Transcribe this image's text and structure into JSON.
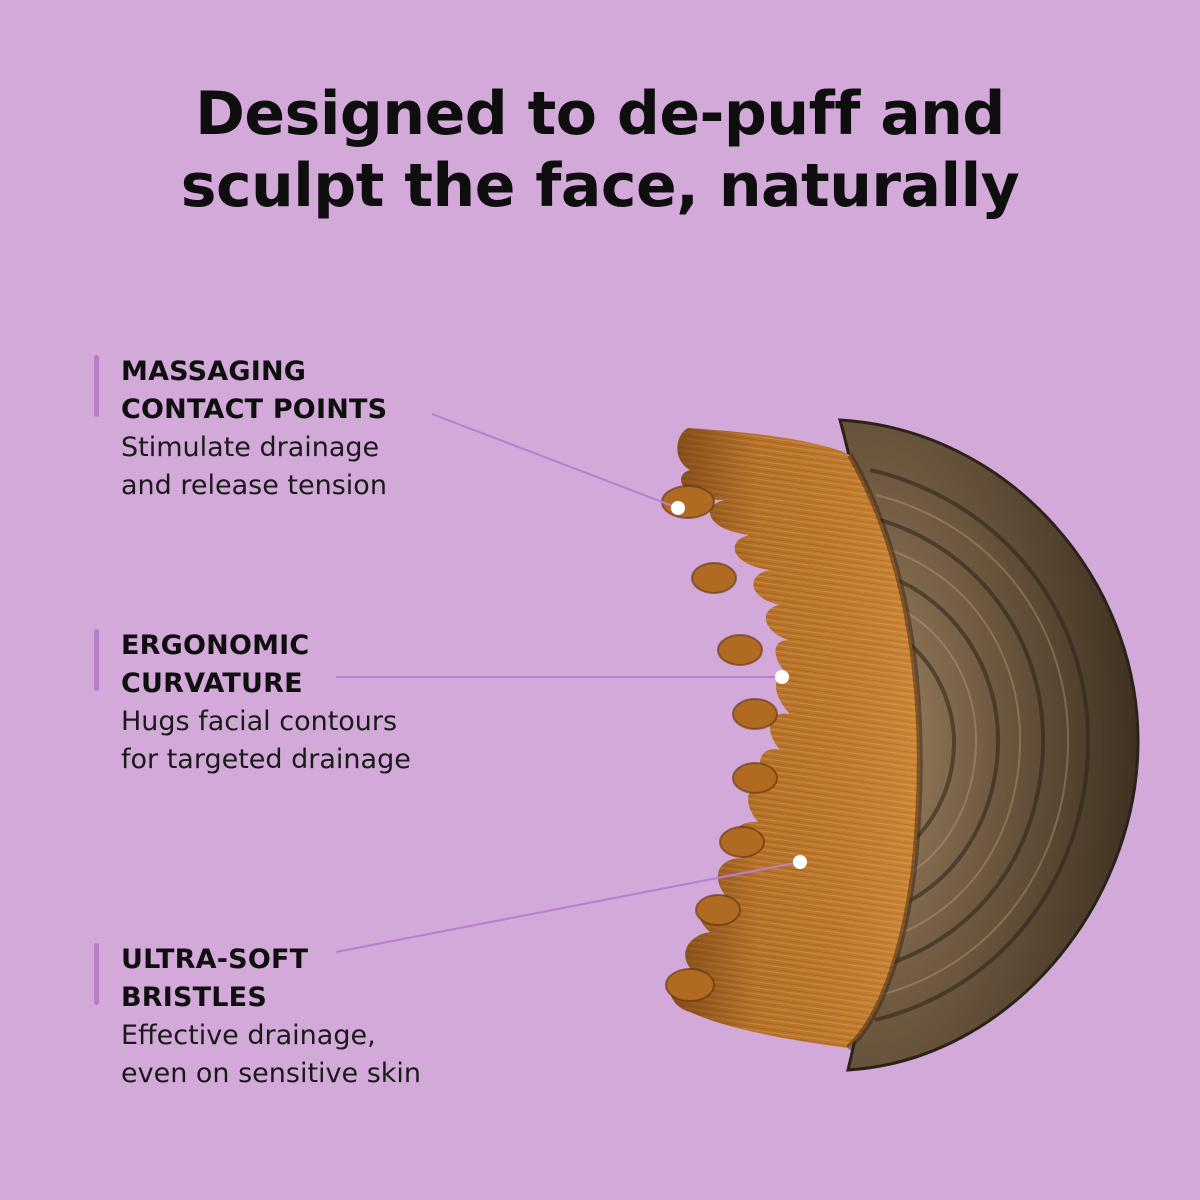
{
  "headline": {
    "line1": "Designed to de-puff and",
    "line2": "sculpt the face, naturally"
  },
  "features": [
    {
      "title_line1": "MASSAGING",
      "title_line2": "CONTACT POINTS",
      "desc_line1": "Stimulate drainage",
      "desc_line2": "and release tension"
    },
    {
      "title_line1": "ERGONOMIC",
      "title_line2": "CURVATURE",
      "desc_line1": "Hugs facial contours",
      "desc_line2": "for targeted drainage"
    },
    {
      "title_line1": "ULTRA-SOFT",
      "title_line2": "BRISTLES",
      "desc_line1": "Effective drainage,",
      "desc_line2": "even on sensitive skin"
    }
  ],
  "colors": {
    "background": "#d2a9d8",
    "accent_bar": "#b57ec5",
    "leader_line": "#b77fd0",
    "bristle": "#c27a2b",
    "wood": "#4a3a26"
  }
}
